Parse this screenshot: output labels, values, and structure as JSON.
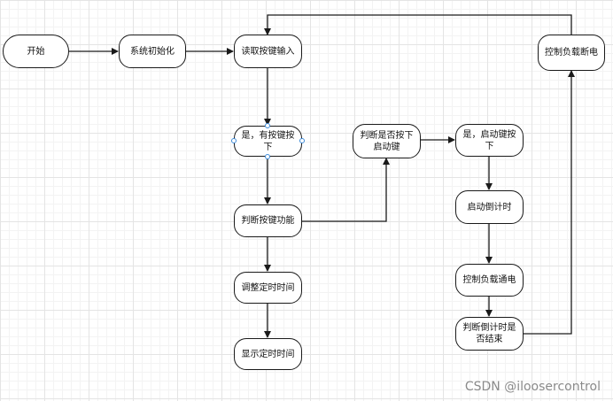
{
  "nodes": {
    "start": "开始",
    "init": "系统初始化",
    "read": "读取按键输入",
    "pressed": "是，有按键按下",
    "judge_func": "判断按键功能",
    "adjust": "调整定时时间",
    "display": "显示定时时间",
    "judge_start": "判断是否按下\n启动键",
    "start_pressed": "是，启动键按下",
    "countdown": "启动倒计时",
    "power_on": "控制负载通电",
    "judge_end": "判断倒计时是\n否结束",
    "power_off": "控制负载断电"
  },
  "watermark": "CSDN @iloosercontrol",
  "colors": {
    "stroke": "#1a1a1a",
    "handle": "#3d8bd9",
    "grid": "#e4e4e4"
  }
}
